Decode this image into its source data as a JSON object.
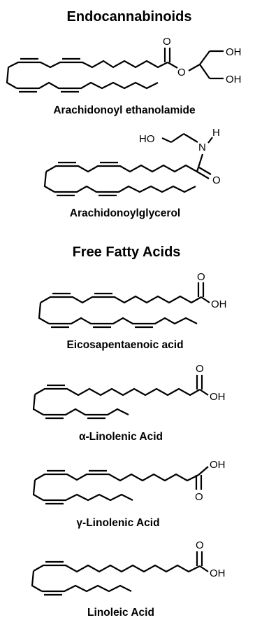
{
  "headings": {
    "endocannabinoids": "Endocannabinoids",
    "free_fatty_acids": "Free Fatty Acids"
  },
  "molecules": [
    {
      "id": "arachidonoyl-ethanolamide",
      "caption": "Arachidonoyl ethanolamide",
      "atoms": {
        "carbonyl_o": "O",
        "ester_o": "O",
        "oh1": "OH",
        "oh2": "OH"
      }
    },
    {
      "id": "arachidonoylglycerol",
      "caption": "Arachidonoylglycerol",
      "atoms": {
        "ho": "HO",
        "n": "N",
        "h": "H",
        "carbonyl_o": "O"
      }
    },
    {
      "id": "eicosapentaenoic-acid",
      "caption": "Eicosapentaenoic acid",
      "atoms": {
        "carbonyl_o": "O",
        "oh": "OH"
      }
    },
    {
      "id": "alpha-linolenic-acid",
      "caption": "α-Linolenic Acid",
      "atoms": {
        "carbonyl_o": "O",
        "oh": "OH"
      }
    },
    {
      "id": "gamma-linolenic-acid",
      "caption": "γ-Linolenic Acid",
      "atoms": {
        "oh": "OH",
        "carbonyl_o": "O"
      }
    },
    {
      "id": "linoleic-acid",
      "caption": "Linoleic Acid",
      "atoms": {
        "carbonyl_o": "O",
        "oh": "OH"
      }
    }
  ]
}
